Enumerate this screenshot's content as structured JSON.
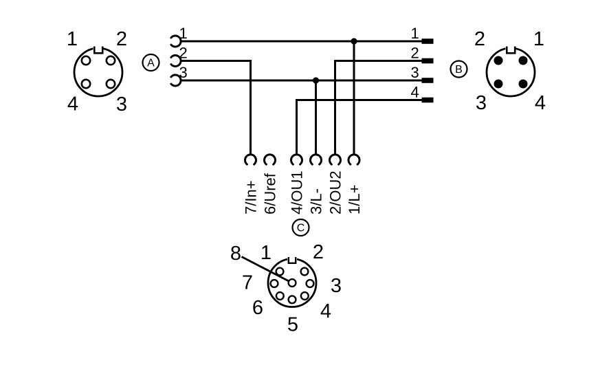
{
  "colors": {
    "ink": "#000000",
    "background": "#ffffff"
  },
  "connector_a": {
    "tag": "A",
    "style": "female-4pin-socket-view",
    "pin_top_left": "1",
    "pin_top_right": "2",
    "pin_bottom_left": "4",
    "pin_bottom_right": "3"
  },
  "connector_b": {
    "tag": "B",
    "style": "male-4pin-plug-view",
    "pin_top_left": "2",
    "pin_top_right": "1",
    "pin_bottom_left": "3",
    "pin_bottom_right": "4"
  },
  "connector_c": {
    "tag": "C",
    "style": "8pin-socket-view-center-pin-8",
    "pin_labels": [
      "1",
      "2",
      "3",
      "4",
      "5",
      "6",
      "7",
      "8"
    ]
  },
  "wiring": {
    "left_pins": [
      "1",
      "2",
      "3"
    ],
    "right_pins": [
      "1",
      "2",
      "3",
      "4"
    ],
    "bottom_terminals": [
      "7/In+",
      "6/Uref",
      "4/OU1",
      "3/L-",
      "2/OU2",
      "1/L+"
    ],
    "connections": [
      "A1-B1-C1/L+",
      "A2-C7/In+",
      "A3-B3-C3/L-",
      "B2-C2/OU2",
      "B4-C4/OU1",
      "C6/Uref-unconnected"
    ]
  }
}
